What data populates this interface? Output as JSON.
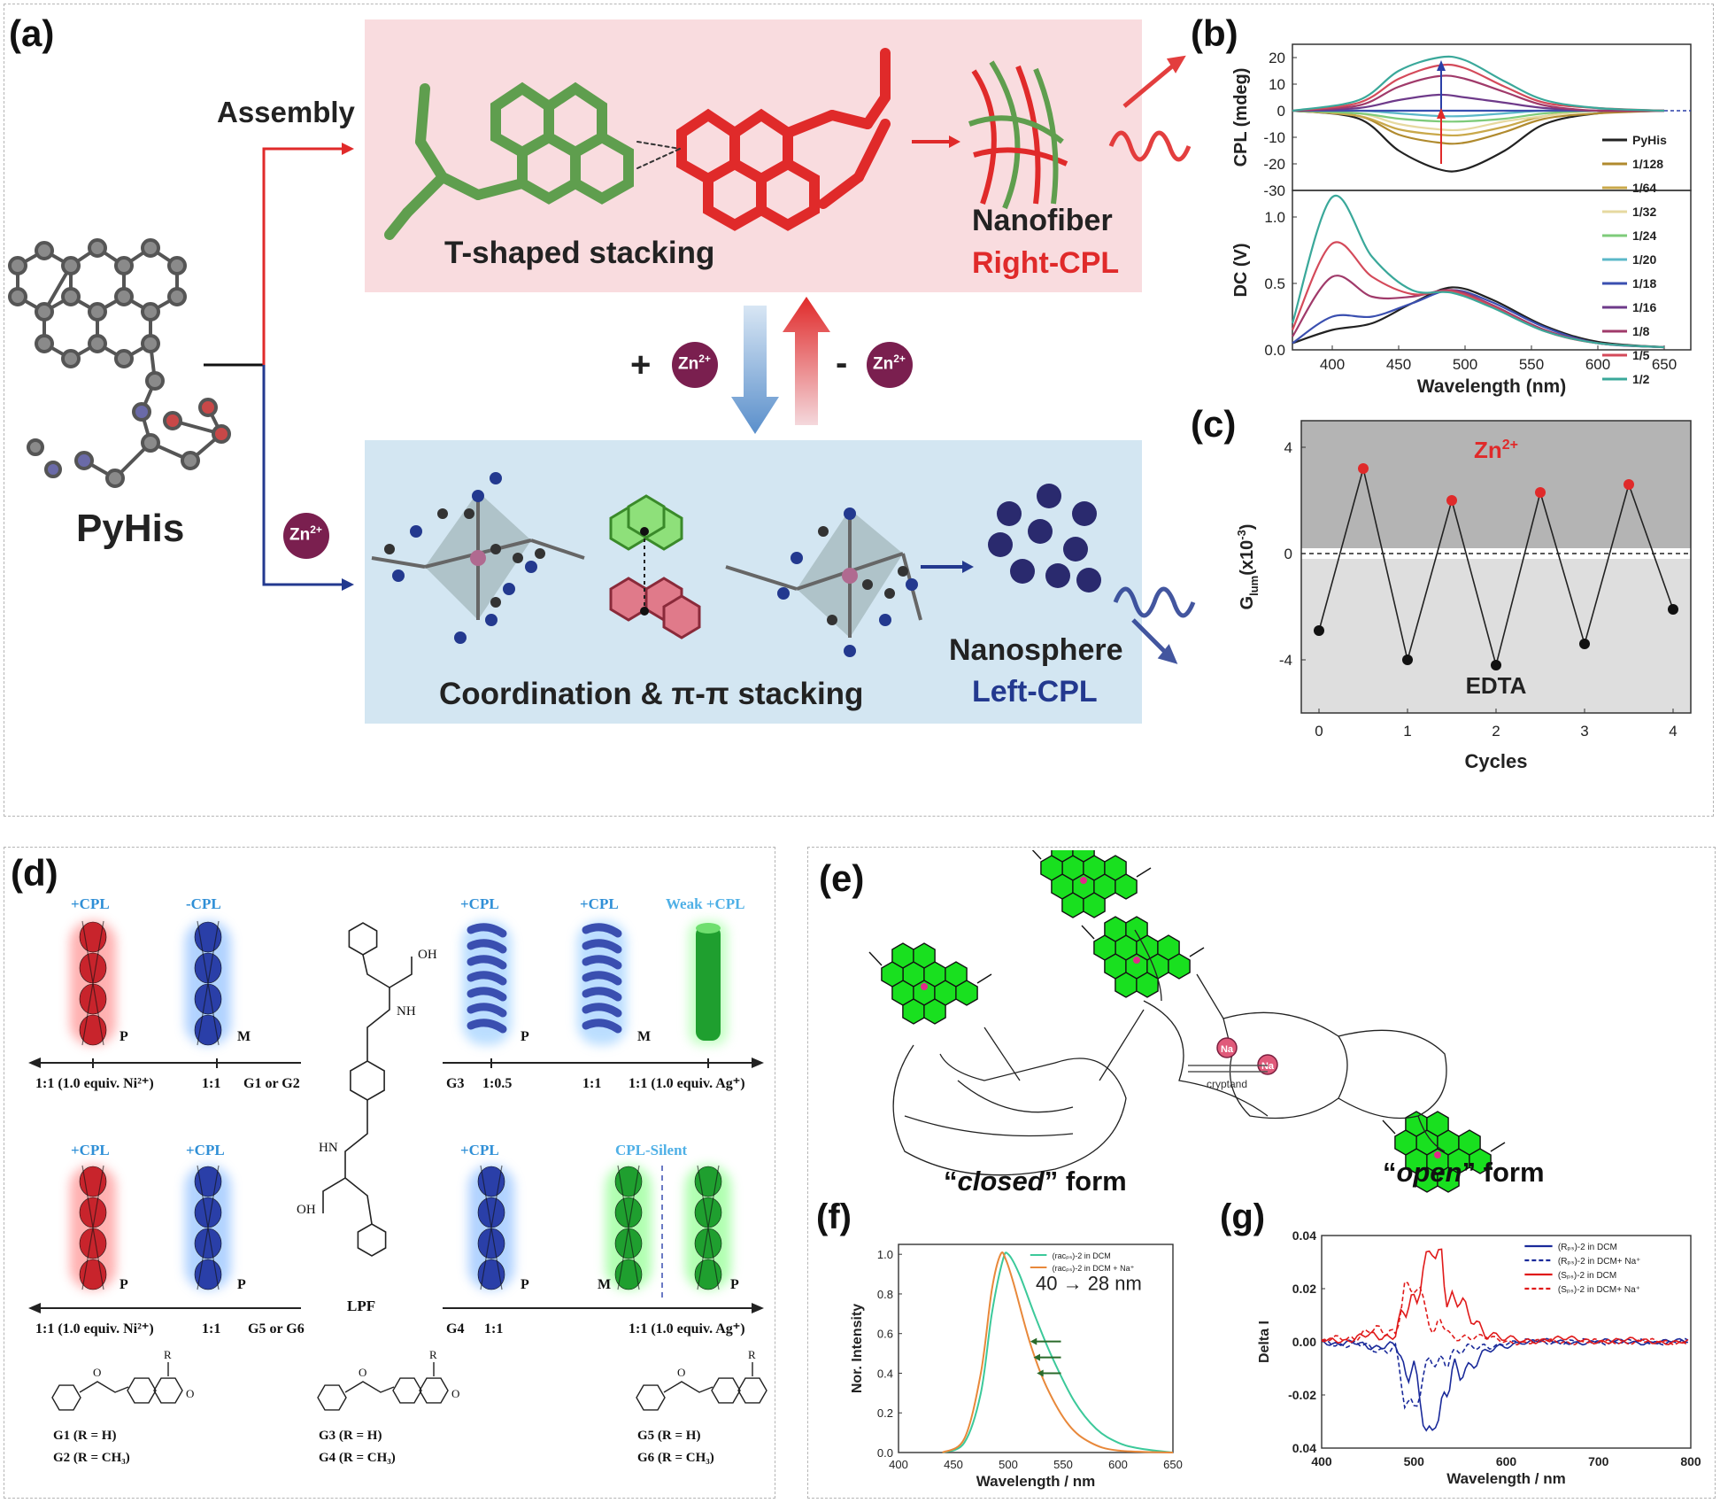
{
  "panels": {
    "a": {
      "label": "(a)",
      "molecule_name": "PyHis",
      "assembly_label": "Assembly",
      "top_box": {
        "stacking": "T-shaped stacking",
        "product": "Nanofiber",
        "cpl": "Right-CPL"
      },
      "bottom_box": {
        "stacking": "Coordination & π-π stacking",
        "product": "Nanosphere",
        "cpl": "Left-CPL"
      },
      "ion": "Zn",
      "ion_charge": "2+",
      "plus": "+",
      "minus": "-",
      "colors": {
        "top_bg": "#f9dcdf",
        "bottom_bg": "#d3e6f2",
        "red": "#e02a2a",
        "blue": "#23398f",
        "green": "#5f9e4e"
      }
    },
    "b": {
      "label": "(b)",
      "top_ylabel": "CPL (mdeg)",
      "bottom_ylabel": "DC (V)",
      "xlabel": "Wavelength (nm)",
      "top_yticks": [
        "20",
        "10",
        "0",
        "-10",
        "-20",
        "-30"
      ],
      "bottom_yticks": [
        "1.0",
        "0.5",
        "0.0"
      ],
      "xticks": [
        "400",
        "450",
        "500",
        "550",
        "600",
        "650"
      ],
      "legend": [
        "PyHis",
        "1/128",
        "1/64",
        "1/32",
        "1/24",
        "1/20",
        "1/18",
        "1/16",
        "1/8",
        "1/5",
        "1/2"
      ],
      "legend_colors": [
        "#222222",
        "#b08a2e",
        "#c9a84a",
        "#e6d9a0",
        "#7ecb7a",
        "#5bb8c9",
        "#3a4fb0",
        "#6e3a8a",
        "#a03a6a",
        "#d44a5a",
        "#3aa89a"
      ]
    },
    "c": {
      "label": "(c)",
      "ion_label": "Zn",
      "ion_charge": "2+",
      "edta_label": "EDTA",
      "ylabel": "G",
      "ylabel_sub": "lum",
      "ylabel_rest": "(x10",
      "ylabel_exp": "-3",
      "ylabel_close": ")",
      "xlabel": "Cycles",
      "xticks": [
        "0",
        "1",
        "2",
        "3",
        "4"
      ],
      "yticks": [
        "4",
        "0",
        "-4"
      ]
    },
    "d": {
      "label": "(d)",
      "top_left_tags": [
        "+CPL",
        "-CPL"
      ],
      "top_right_tags": [
        "+CPL",
        "+CPL",
        "Weak +CPL"
      ],
      "bottom_left_tags": [
        "+CPL",
        "+CPL"
      ],
      "bottom_right_tags": [
        "+CPL",
        "CPL-Silent"
      ],
      "hand_tl": [
        "P",
        "M"
      ],
      "hand_tr": [
        "P",
        "M"
      ],
      "hand_bl": [
        "P",
        "P"
      ],
      "hand_br": [
        "P",
        "M",
        "P"
      ],
      "axis_tl": [
        "1:1 (1.0 equiv. Ni²⁺)",
        "1:1",
        "G1 or G2"
      ],
      "axis_tr": [
        "G3",
        "1:0.5",
        "1:1",
        "1:1 (1.0 equiv. Ag⁺)"
      ],
      "axis_bl": [
        "1:1 (1.0 equiv. Ni²⁺)",
        "1:1",
        "G5 or G6"
      ],
      "axis_br": [
        "G4",
        "1:1",
        "1:1 (1.0 equiv. Ag⁺)"
      ],
      "lpf": "LPF",
      "chem_labels": [
        "OH",
        "NH",
        "HN",
        "OH",
        "O",
        "O",
        "O",
        "O"
      ],
      "guests": [
        [
          "G1 (R = H)",
          "G2 (R = CH₃)"
        ],
        [
          "G3 (R = H)",
          "G4 (R = CH₃)"
        ],
        [
          "G5 (R = H)",
          "G6 (R = CH₃)"
        ]
      ]
    },
    "e": {
      "label": "(e)",
      "closed_q1": "“",
      "closed_word": "closed",
      "closed_q2": "”",
      "closed_rest": " form",
      "open_q1": "“",
      "open_word": "open",
      "open_q2": "”",
      "open_rest": " form",
      "ion": "Na",
      "arrow_label": "cryptand"
    },
    "f": {
      "label": "(f)",
      "ylabel": "Nor. Intensity",
      "xlabel": "Wavelength / nm",
      "annotation": "40 → 28 nm",
      "legend": [
        "(racₚₛ)-2 in DCM",
        "(racₚₛ)-2 in DCM + Na⁺"
      ],
      "xticks": [
        "400",
        "450",
        "500",
        "550",
        "600",
        "650"
      ],
      "yticks": [
        "1.0",
        "0.8",
        "0.6",
        "0.4",
        "0.2",
        "0.0"
      ],
      "series_colors": [
        "#3cc99a",
        "#e8883a"
      ]
    },
    "g": {
      "label": "(g)",
      "ylabel": "Delta I",
      "xlabel": "Wavelength / nm",
      "legend": [
        "(Rₚₛ)-2 in DCM",
        "(Rₚₛ)-2 in DCM+ Na⁺",
        "(Sₚₛ)-2 in DCM",
        "(Sₚₛ)-2 in DCM+ Na⁺"
      ],
      "xticks": [
        "400",
        "500",
        "600",
        "700",
        "800"
      ],
      "yticks": [
        "0.04",
        "0.02",
        "0.00",
        "-0.02",
        "0.04"
      ]
    }
  },
  "chart_data": [
    {
      "type": "line",
      "panel": "b-top",
      "xlabel": "Wavelength (nm)",
      "ylabel": "CPL (mdeg)",
      "xlim": [
        370,
        670
      ],
      "ylim": [
        -30,
        25
      ],
      "series": [
        {
          "name": "PyHis",
          "x": [
            370,
            420,
            450,
            480,
            500,
            530,
            560,
            600,
            650
          ],
          "values": [
            0,
            -3,
            -15,
            -22,
            -22,
            -15,
            -5,
            -1,
            0
          ]
        },
        {
          "name": "1/128",
          "x": [
            370,
            420,
            450,
            480,
            500,
            530,
            560,
            600,
            650
          ],
          "values": [
            0,
            -2,
            -9,
            -12,
            -12,
            -8,
            -3,
            -1,
            0
          ]
        },
        {
          "name": "1/64",
          "x": [
            370,
            420,
            450,
            480,
            500,
            530,
            560,
            600,
            650
          ],
          "values": [
            0,
            -2,
            -7,
            -9,
            -9,
            -6,
            -2,
            0,
            0
          ]
        },
        {
          "name": "1/32",
          "x": [
            370,
            420,
            450,
            480,
            500,
            530,
            560,
            600,
            650
          ],
          "values": [
            0,
            -1,
            -5,
            -7,
            -7,
            -4,
            -2,
            0,
            0
          ]
        },
        {
          "name": "1/24",
          "x": [
            370,
            420,
            450,
            480,
            500,
            530,
            560,
            600,
            650
          ],
          "values": [
            0,
            -1,
            -3,
            -4,
            -4,
            -3,
            -1,
            0,
            0
          ]
        },
        {
          "name": "1/20",
          "x": [
            370,
            420,
            450,
            480,
            500,
            530,
            560,
            600,
            650
          ],
          "values": [
            0,
            0,
            -1,
            -2,
            -2,
            -1,
            0,
            0,
            0
          ]
        },
        {
          "name": "1/18",
          "x": [
            370,
            420,
            450,
            480,
            500,
            530,
            560,
            600,
            650
          ],
          "values": [
            0,
            0,
            0,
            0,
            0,
            0,
            0,
            0,
            0
          ]
        },
        {
          "name": "1/16",
          "x": [
            370,
            420,
            450,
            480,
            500,
            530,
            560,
            600,
            650
          ],
          "values": [
            0,
            1,
            4,
            6,
            5,
            3,
            1,
            0,
            0
          ]
        },
        {
          "name": "1/8",
          "x": [
            370,
            420,
            450,
            480,
            500,
            530,
            560,
            600,
            650
          ],
          "values": [
            0,
            2,
            9,
            13,
            12,
            7,
            2,
            0,
            0
          ]
        },
        {
          "name": "1/5",
          "x": [
            370,
            420,
            450,
            480,
            500,
            530,
            560,
            600,
            650
          ],
          "values": [
            0,
            3,
            12,
            17,
            16,
            9,
            3,
            1,
            0
          ]
        },
        {
          "name": "1/2",
          "x": [
            370,
            420,
            450,
            480,
            500,
            530,
            560,
            600,
            650
          ],
          "values": [
            0,
            4,
            15,
            20,
            19,
            11,
            4,
            1,
            0
          ]
        }
      ]
    },
    {
      "type": "line",
      "panel": "b-bottom",
      "xlabel": "Wavelength (nm)",
      "ylabel": "DC (V)",
      "xlim": [
        370,
        670
      ],
      "ylim": [
        0,
        1.2
      ],
      "series": [
        {
          "name": "PyHis",
          "x": [
            370,
            400,
            430,
            460,
            490,
            520,
            560,
            600,
            650
          ],
          "values": [
            0.05,
            0.15,
            0.2,
            0.35,
            0.47,
            0.38,
            0.18,
            0.06,
            0.02
          ]
        },
        {
          "name": "1/18",
          "x": [
            370,
            400,
            430,
            460,
            490,
            520,
            560,
            600,
            650
          ],
          "values": [
            0.05,
            0.25,
            0.25,
            0.35,
            0.45,
            0.36,
            0.17,
            0.05,
            0.02
          ]
        },
        {
          "name": "1/8",
          "x": [
            370,
            400,
            430,
            460,
            490,
            520,
            560,
            600,
            650
          ],
          "values": [
            0.1,
            0.55,
            0.4,
            0.4,
            0.45,
            0.34,
            0.15,
            0.05,
            0.02
          ]
        },
        {
          "name": "1/5",
          "x": [
            370,
            400,
            430,
            460,
            490,
            520,
            560,
            600,
            650
          ],
          "values": [
            0.15,
            0.8,
            0.55,
            0.42,
            0.44,
            0.33,
            0.14,
            0.05,
            0.02
          ]
        },
        {
          "name": "1/2",
          "x": [
            370,
            400,
            430,
            460,
            490,
            520,
            560,
            600,
            650
          ],
          "values": [
            0.2,
            1.15,
            0.7,
            0.45,
            0.43,
            0.32,
            0.14,
            0.05,
            0.02
          ]
        }
      ]
    },
    {
      "type": "line",
      "panel": "c",
      "xlabel": "Cycles",
      "ylabel": "Glum(x10-3)",
      "xlim": [
        -0.2,
        4.2
      ],
      "ylim": [
        -6,
        5
      ],
      "series": [
        {
          "name": "Glum",
          "x": [
            0,
            0.5,
            1,
            1.5,
            2,
            2.5,
            3,
            3.5,
            4
          ],
          "values": [
            -2.9,
            3.2,
            -4.0,
            2.0,
            -4.2,
            2.3,
            -3.4,
            2.6,
            -2.1
          ]
        }
      ]
    },
    {
      "type": "line",
      "panel": "f",
      "xlabel": "Wavelength / nm",
      "ylabel": "Nor. Intensity",
      "xlim": [
        400,
        650
      ],
      "ylim": [
        0,
        1.05
      ],
      "series": [
        {
          "name": "(racₚₛ)-2 in DCM",
          "x": [
            440,
            460,
            475,
            485,
            495,
            500,
            510,
            525,
            540,
            560,
            580,
            600,
            620,
            650
          ],
          "values": [
            0,
            0.05,
            0.3,
            0.7,
            0.97,
            1.0,
            0.9,
            0.68,
            0.48,
            0.26,
            0.12,
            0.05,
            0.02,
            0.0
          ]
        },
        {
          "name": "(racₚₛ)-2 in DCM + Na⁺",
          "x": [
            440,
            460,
            475,
            485,
            493,
            498,
            505,
            520,
            535,
            555,
            575,
            600,
            650
          ],
          "values": [
            0,
            0.07,
            0.4,
            0.82,
            1.0,
            0.97,
            0.85,
            0.55,
            0.33,
            0.14,
            0.05,
            0.01,
            0.0
          ]
        }
      ]
    },
    {
      "type": "line",
      "panel": "g",
      "xlabel": "Wavelength / nm",
      "ylabel": "Delta I",
      "xlim": [
        400,
        800
      ],
      "ylim": [
        -0.04,
        0.04
      ],
      "series": [
        {
          "name": "(Rₚₛ)-2 in DCM",
          "x": [
            400,
            480,
            500,
            510,
            520,
            530,
            550,
            580,
            620,
            800
          ],
          "values": [
            0,
            -0.002,
            -0.015,
            -0.025,
            -0.033,
            -0.02,
            -0.01,
            -0.003,
            0,
            0
          ]
        },
        {
          "name": "(Rₚₛ)-2 in DCM+ Na⁺",
          "x": [
            400,
            480,
            490,
            500,
            510,
            520,
            540,
            600,
            800
          ],
          "values": [
            0,
            -0.003,
            -0.02,
            -0.022,
            -0.015,
            -0.01,
            -0.005,
            0,
            0
          ]
        },
        {
          "name": "(Sₚₛ)-2 in DCM",
          "x": [
            400,
            480,
            500,
            510,
            520,
            530,
            550,
            580,
            620,
            800
          ],
          "values": [
            0,
            0.003,
            0.02,
            0.03,
            0.035,
            0.025,
            0.012,
            0.004,
            0.001,
            0
          ]
        },
        {
          "name": "(Sₚₛ)-2 in DCM+ Na⁺",
          "x": [
            400,
            480,
            490,
            500,
            510,
            520,
            540,
            600,
            800
          ],
          "values": [
            0,
            0.005,
            0.022,
            0.02,
            0.012,
            0.008,
            0.003,
            0,
            0
          ]
        }
      ]
    }
  ]
}
